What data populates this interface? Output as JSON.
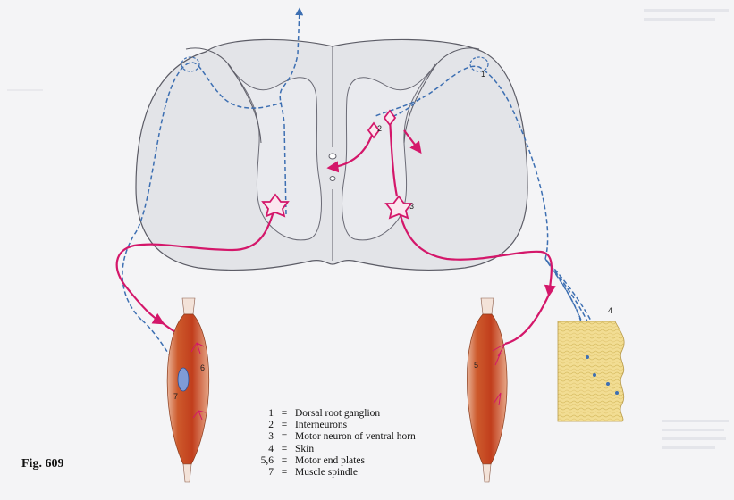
{
  "figure_label": "Fig. 609",
  "markers": [
    "1",
    "2",
    "3",
    "4",
    "5",
    "6",
    "7"
  ],
  "legend": [
    {
      "num": "1",
      "eq": "=",
      "text": "Dorsal root ganglion"
    },
    {
      "num": "2",
      "eq": "=",
      "text": "Interneurons"
    },
    {
      "num": "3",
      "eq": "=",
      "text": "Motor neuron of ventral horn"
    },
    {
      "num": "4",
      "eq": "=",
      "text": "Skin"
    },
    {
      "num": "5,6",
      "eq": "=",
      "text": "Motor end plates"
    },
    {
      "num": "7",
      "eq": "=",
      "text": "Muscle spindle"
    }
  ],
  "colors": {
    "sensory_pathway": "#3d6fb2",
    "motor_pathway": "#d4176a",
    "cord_fill": "#e3e4e8",
    "cord_outline": "#5c5c66",
    "muscle": "#c6431c",
    "skin": "#f0d98a"
  }
}
